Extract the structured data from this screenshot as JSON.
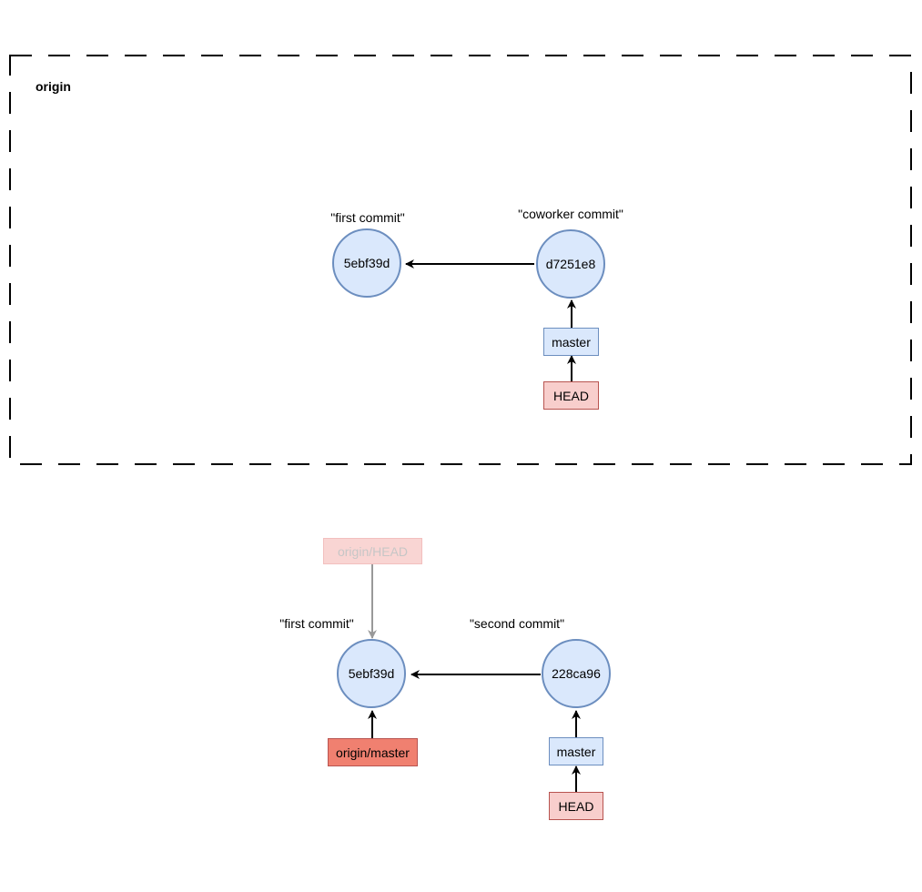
{
  "origin_box": {
    "label": "origin",
    "border_color": "#000000",
    "border_style": "dashed"
  },
  "remote_repo": {
    "commits": [
      {
        "id": "5ebf39d",
        "message": "\"first commit\""
      },
      {
        "id": "d7251e8",
        "message": "\"coworker commit\""
      }
    ],
    "refs": {
      "branch": "master",
      "head": "HEAD"
    }
  },
  "local_repo": {
    "commits": [
      {
        "id": "5ebf39d",
        "message": "\"first commit\""
      },
      {
        "id": "228ca96",
        "message": "\"second commit\""
      }
    ],
    "refs": {
      "branch": "master",
      "head": "HEAD",
      "remote_branch": "origin/master",
      "remote_head": "origin/HEAD"
    }
  },
  "colors": {
    "commit_fill": "#dae8fc",
    "commit_stroke": "#6c8ebf",
    "head_fill": "#f8cecc",
    "remote_branch_fill": "#f08070",
    "faded_text": "#bdbdbd",
    "faded_arrow": "#999999"
  }
}
